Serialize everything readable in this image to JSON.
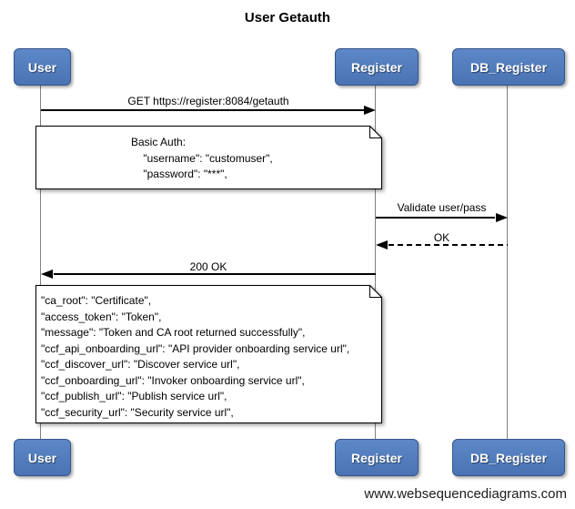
{
  "title": "User Getauth",
  "actors": [
    {
      "label": "User"
    },
    {
      "label": "Register"
    },
    {
      "label": "DB_Register"
    }
  ],
  "messages": [
    {
      "label": "GET https://register:8084/getauth",
      "from": "User",
      "to": "Register",
      "style": "solid"
    },
    {
      "label": "Validate user/pass",
      "from": "Register",
      "to": "DB_Register",
      "style": "solid"
    },
    {
      "label": "OK",
      "from": "DB_Register",
      "to": "Register",
      "style": "dashed"
    },
    {
      "label": "200 OK",
      "from": "Register",
      "to": "User",
      "style": "solid"
    }
  ],
  "notes": [
    {
      "lines": [
        "Basic Auth:",
        "    \"username\": \"customuser\",",
        "    \"password\": \"***\","
      ]
    },
    {
      "lines": [
        "\"ca_root\": \"Certificate\",",
        "\"access_token\": \"Token\",",
        "\"message\": \"Token and CA root returned successfully\",",
        "\"ccf_api_onboarding_url\": \"API provider onboarding service url\",",
        "\"ccf_discover_url\": \"Discover service url\",",
        "\"ccf_onboarding_url\": \"Invoker onboarding service url\",",
        "\"ccf_publish_url\": \"Publish service url\",",
        "\"ccf_security_url\": \"Security service url\","
      ]
    }
  ],
  "footer": {
    "watermark": "www.websequencediagrams.com"
  }
}
